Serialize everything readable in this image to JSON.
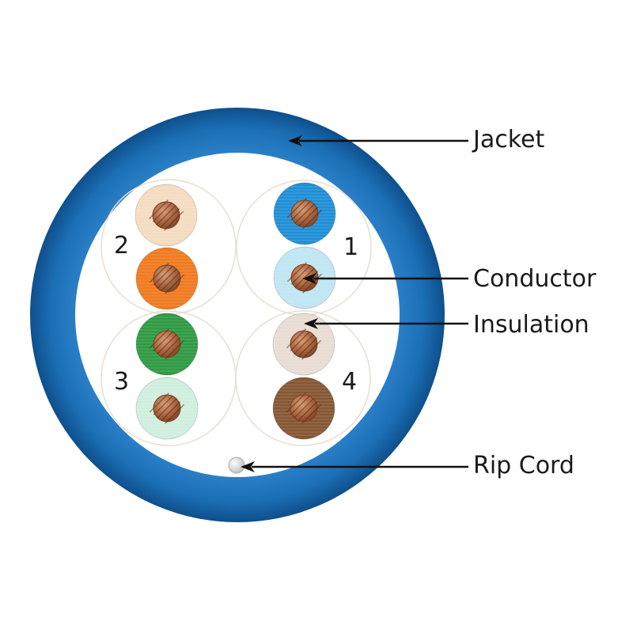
{
  "colors": {
    "jacket": "#1b6fb5",
    "jacket_dark": "#0f4f8c",
    "copper": "#b5734e",
    "copper_dark": "#7a4326",
    "pair_circle": "#e7dfd2",
    "white_blue": "#bfe6f2",
    "blue": "#1f8fd6",
    "white_orange": "#f4dcc0",
    "orange": "#f07a1f",
    "green": "#2f9a44",
    "white_green": "#cfeedd",
    "white_brown": "#e8dcd3",
    "brown": "#855733",
    "rip_cord": "#e8e8e8"
  },
  "labels": {
    "jacket": "Jacket",
    "conductor": "Conductor",
    "insulation": "Insulation",
    "rip_cord": "Rip Cord"
  },
  "pairs": [
    {
      "number": "1",
      "wires": [
        {
          "color": "blue"
        },
        {
          "color": "white_blue"
        }
      ]
    },
    {
      "number": "2",
      "wires": [
        {
          "color": "white_orange"
        },
        {
          "color": "orange"
        }
      ]
    },
    {
      "number": "3",
      "wires": [
        {
          "color": "green"
        },
        {
          "color": "white_green"
        }
      ]
    },
    {
      "number": "4",
      "wires": [
        {
          "color": "white_brown"
        },
        {
          "color": "brown"
        }
      ]
    }
  ],
  "icons": {
    "arrowhead": "leader-arrow-icon"
  }
}
